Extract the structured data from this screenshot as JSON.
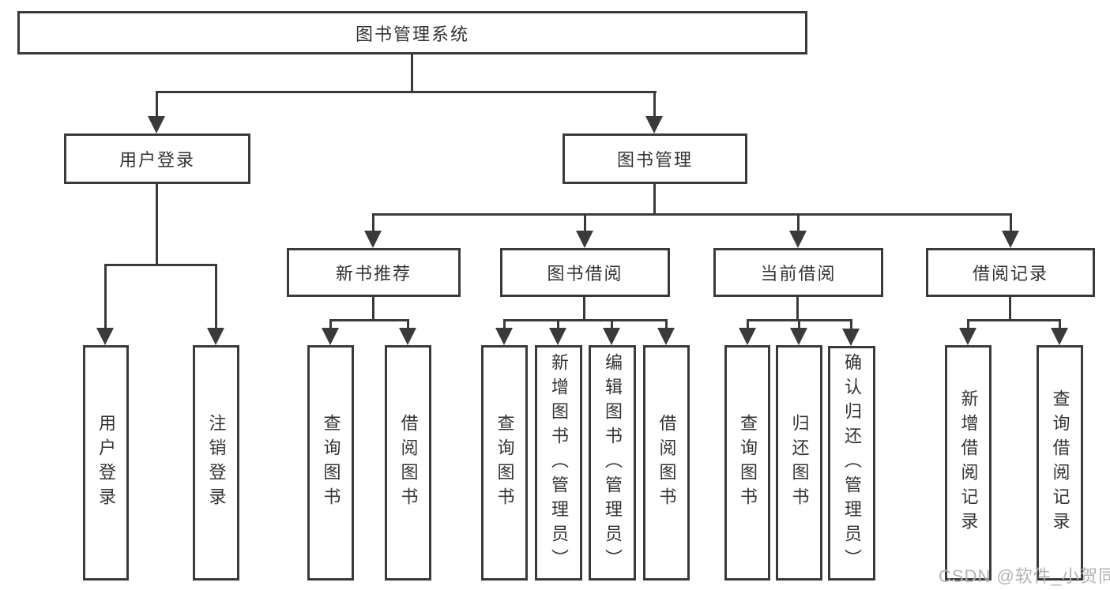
{
  "tree": {
    "root": "图书管理系统",
    "branches": [
      {
        "label": "用户登录",
        "children": [
          "用户登录",
          "注销登录"
        ]
      },
      {
        "label": "图书管理",
        "children": [
          {
            "label": "新书推荐",
            "children": [
              "查询图书",
              "借阅图书"
            ]
          },
          {
            "label": "图书借阅",
            "children": [
              "查询图书",
              "新增图书（管理员）",
              "编辑图书（管理员）",
              "借阅图书"
            ]
          },
          {
            "label": "当前借阅",
            "children": [
              "查询图书",
              "归还图书",
              "确认归还（管理员）"
            ]
          },
          {
            "label": "借阅记录",
            "children": [
              "新增借阅记录",
              "查询借阅记录"
            ]
          }
        ]
      }
    ]
  },
  "watermark": {
    "text": "CSDN @软件_小贺同学"
  },
  "colors": {
    "line": "#3a3a3a",
    "text": "#333333",
    "watermark": "#b3b3b3",
    "background": "#ffffff"
  }
}
